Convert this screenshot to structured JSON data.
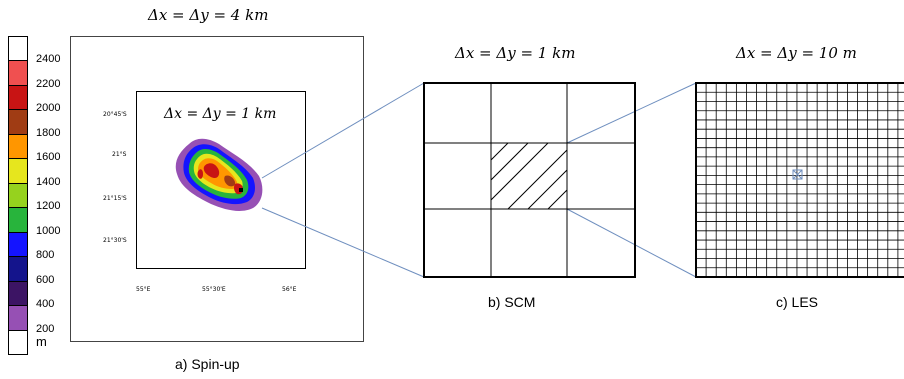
{
  "titles": {
    "spinup_res": "Δx = Δy = 4 km",
    "map_res": "Δx = Δy = 1 km",
    "scm_res": "Δx = Δy = 1 km",
    "les_res": "Δx = Δy = 10 m"
  },
  "captions": {
    "a": "a)   Spin-up",
    "b": "b) SCM",
    "c": "c) LES"
  },
  "colorbar": {
    "unit": "m",
    "levels": [
      "2400",
      "2200",
      "2000",
      "1800",
      "1600",
      "1400",
      "1200",
      "1000",
      "800",
      "600",
      "400",
      "200"
    ],
    "colors": [
      "#ffffff",
      "#f05050",
      "#c81414",
      "#a03c14",
      "#ff9600",
      "#e6e61e",
      "#96d21e",
      "#28b43c",
      "#1414ff",
      "#14148c",
      "#3c1464",
      "#9650b4",
      "#ffffff"
    ]
  },
  "map": {
    "lat_ticks": [
      "20°45'S",
      "21°S",
      "21°15'S",
      "21°30'S"
    ],
    "lon_ticks": [
      "55°E",
      "55°30'E",
      "56°E"
    ]
  },
  "grids": {
    "scm_cells": 3,
    "les_cells": 21
  }
}
